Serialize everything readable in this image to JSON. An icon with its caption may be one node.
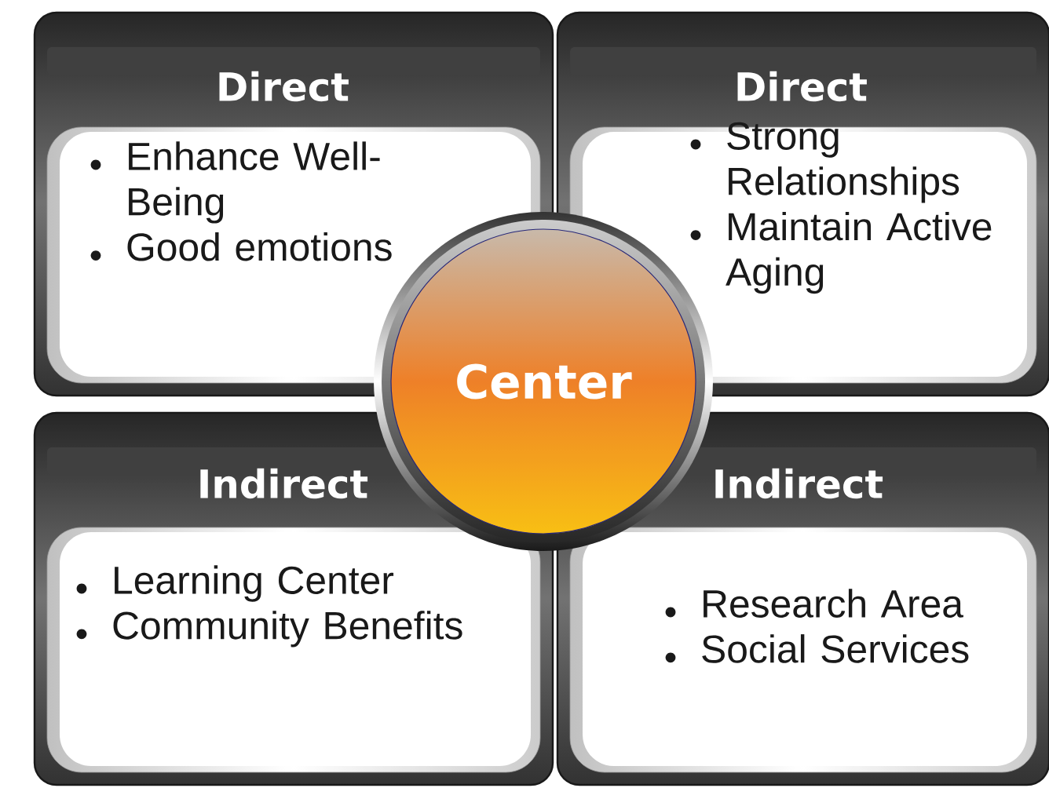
{
  "diagram": {
    "nodes": [
      {
        "text": [
          "Direct",
          "Enhance Well-Being",
          "Good emotions"
        ]
      },
      {
        "text": [
          "Direct",
          "Strong Relationships",
          "Maintain Active Aging"
        ]
      },
      {
        "text": [
          "Indirect",
          "Learning Center",
          "Community Benefits"
        ]
      },
      {
        "text": [
          "Indirect",
          "Research Area",
          "Social Services"
        ]
      },
      {
        "text": [
          "Center"
        ]
      }
    ]
  }
}
